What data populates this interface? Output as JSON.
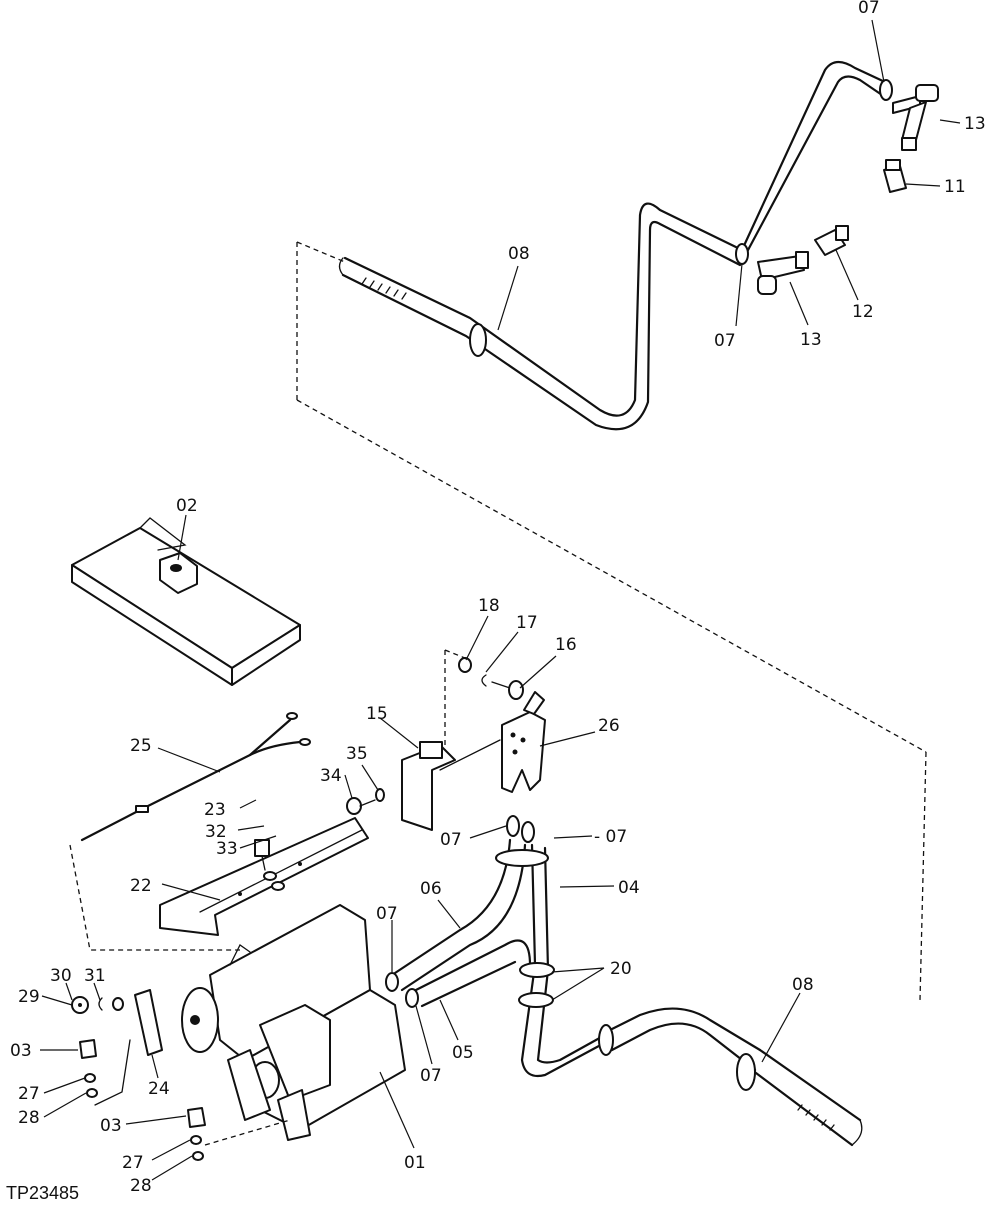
{
  "diagram": {
    "reference_code": "TP23485",
    "callouts": {
      "c07_top": "07",
      "c13_top": "13",
      "c11": "11",
      "c08_top": "08",
      "c12": "12",
      "c07_mid": "07",
      "c13_mid": "13",
      "c02": "02",
      "c18": "18",
      "c17": "17",
      "c16": "16",
      "c15": "15",
      "c26": "26",
      "c25": "25",
      "c35": "35",
      "c34": "34",
      "c23": "23",
      "c32": "32",
      "c33": "33",
      "c07_hoseleft": "07",
      "c07_hoseright": "- 07",
      "c04": "04",
      "c22": "22",
      "c06": "06",
      "c07_lowleft": "07",
      "c20": "20",
      "c08_bottom": "08",
      "c30": "30",
      "c31": "31",
      "c29": "29",
      "c03_left": "03",
      "c05": "05",
      "c07_bottom": "07",
      "c24": "24",
      "c27_left": "27",
      "c28_left": "28",
      "c03_bottom": "03",
      "c01": "01",
      "c27_bottom": "27",
      "c28_bottom": "28"
    }
  }
}
